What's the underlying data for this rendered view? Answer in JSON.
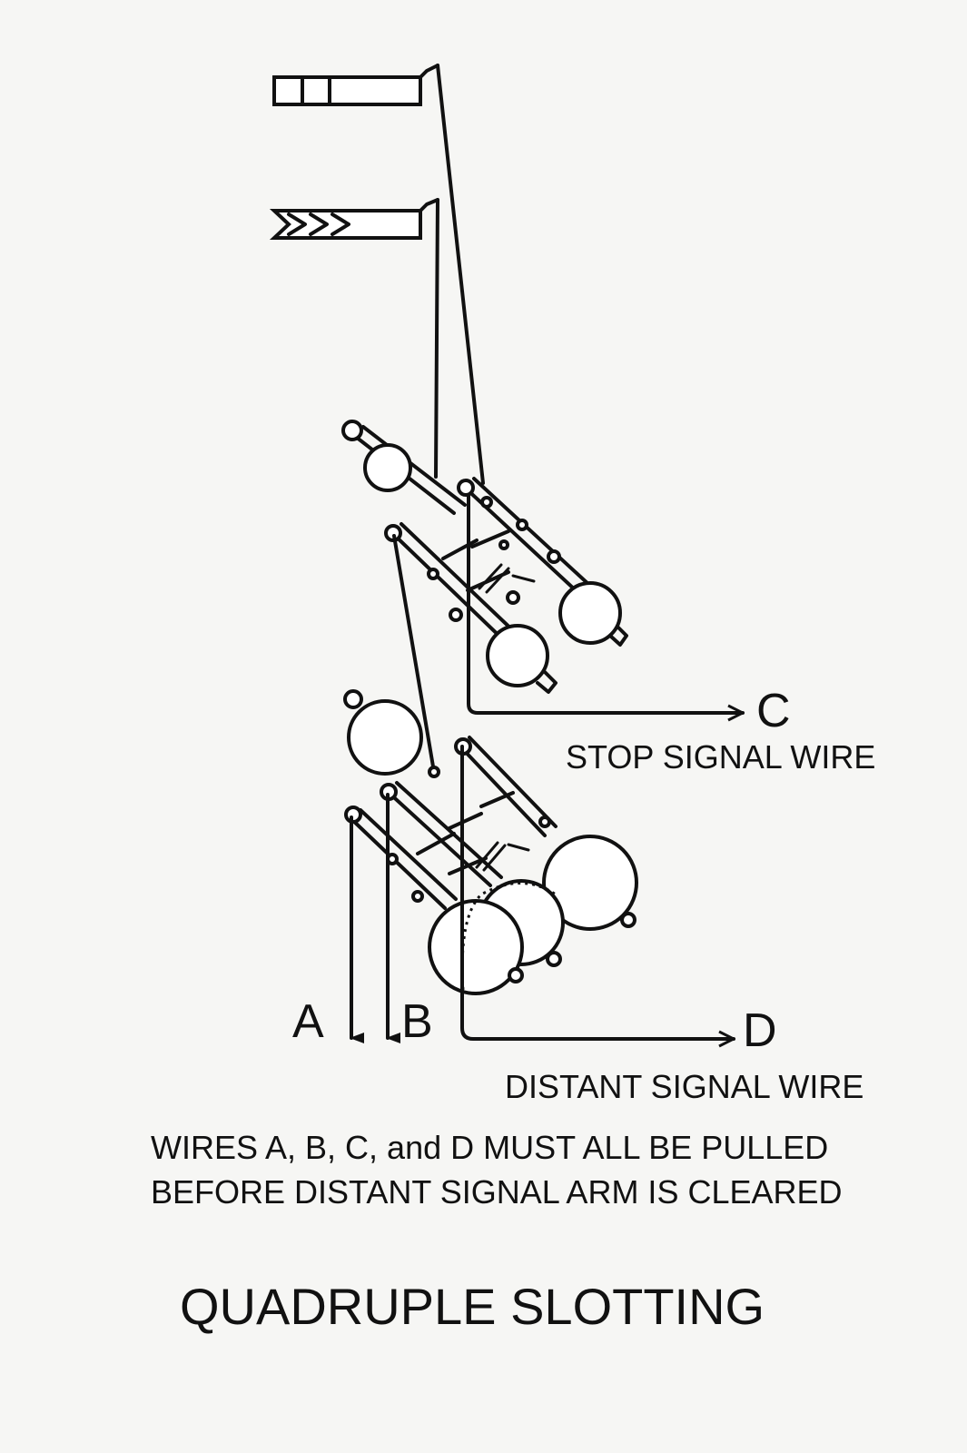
{
  "labels": {
    "wire_a": "A",
    "wire_b": "B",
    "wire_c": "C",
    "wire_d": "D",
    "stop_signal_wire": "STOP SIGNAL WIRE",
    "distant_signal_wire": "DISTANT SIGNAL WIRE",
    "note_line1": "WIRES A, B, C, and D MUST ALL BE PULLED",
    "note_line2": "BEFORE DISTANT SIGNAL ARM IS CLEARED",
    "title": "QUADRUPLE SLOTTING"
  },
  "colors": {
    "ink": "#111111",
    "paper": "#f6f6f4"
  }
}
